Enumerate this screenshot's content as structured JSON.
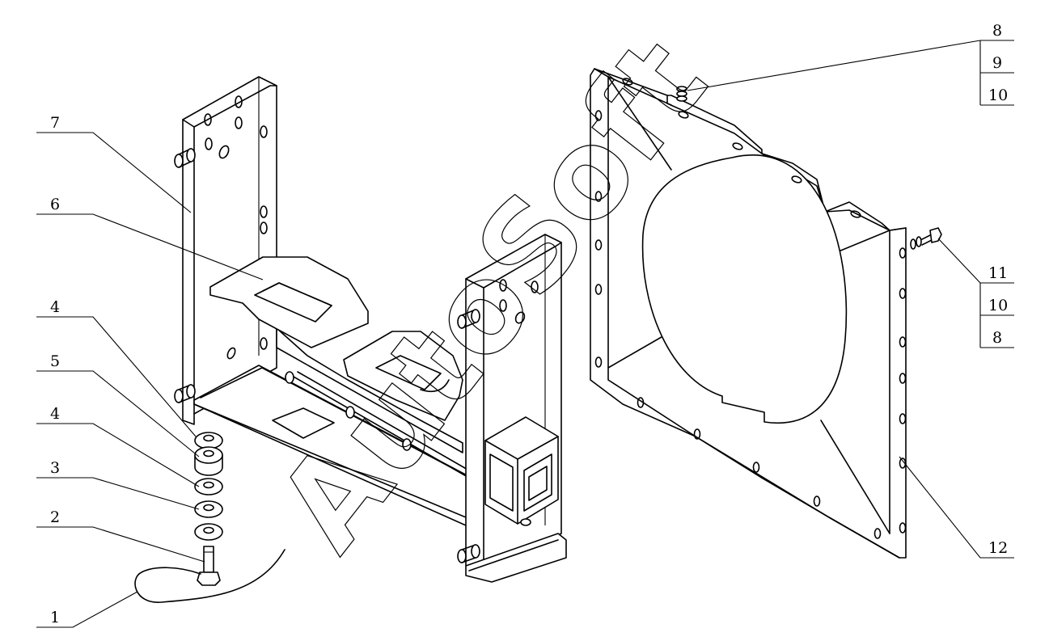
{
  "watermark": "AutoSoft",
  "callouts": {
    "c1": "1",
    "c2": "2",
    "c3": "3",
    "c4a": "4",
    "c5": "5",
    "c4b": "4",
    "c6": "6",
    "c7": "7",
    "r8a": "8",
    "r9": "9",
    "r10a": "10",
    "r11": "11",
    "r10b": "10",
    "r8b": "8",
    "r12": "12"
  }
}
